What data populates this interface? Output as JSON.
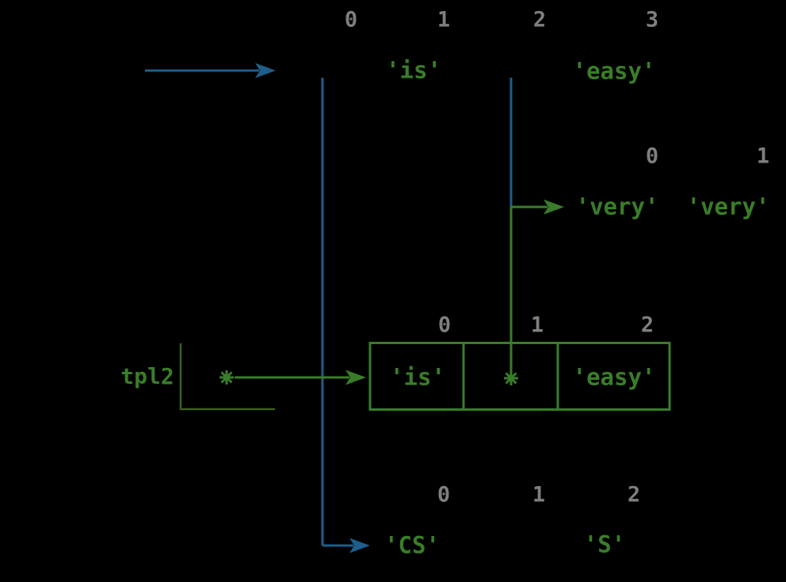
{
  "colors": {
    "background": "#000000",
    "green": "#3a7d29",
    "dark_green": "#3c611c",
    "blue": "#1f5d8a",
    "gray": "#7f7f7f"
  },
  "variable": {
    "label": "tpl2"
  },
  "top_tuple": {
    "indices": [
      "0",
      "1",
      "2",
      "3"
    ],
    "values": [
      "'is'",
      "'easy'"
    ]
  },
  "inner_tuple": {
    "indices": [
      "0",
      "1"
    ],
    "values": [
      "'very'",
      "'very'"
    ]
  },
  "box_tuple": {
    "indices": [
      "0",
      "1",
      "2"
    ],
    "values": [
      "'is'",
      "'easy'"
    ]
  },
  "bottom_tuple": {
    "indices": [
      "0",
      "1",
      "2"
    ],
    "values": [
      "'CS'",
      "'S'"
    ]
  }
}
